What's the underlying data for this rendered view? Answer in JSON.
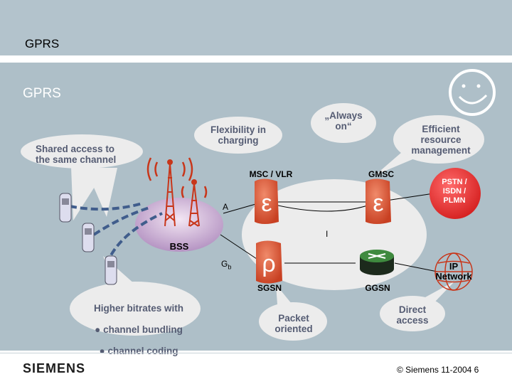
{
  "header": {
    "title": "GPRS"
  },
  "panel": {
    "title": "GPRS"
  },
  "callouts": {
    "shared_access": "Shared access to\nthe same channel",
    "flex_charging": "Flexibility in\ncharging",
    "always_on": "„Always\non“",
    "efficient": "Efficient\nresource\nmanagement",
    "higher_bitrates_title": "Higher bitrates with",
    "higher_bitrates_items": [
      "channel bundling",
      "channel coding"
    ],
    "packet_oriented": "Packet\noriented",
    "direct_access": "Direct\naccess"
  },
  "network": {
    "msc_vlr": "MSC / VLR",
    "gmsc": "GMSC",
    "pstn": "PSTN /\nISDN /\nPLMN",
    "ip_network": "IP\nNetwork",
    "bss": "BSS",
    "sgsn": "SGSN",
    "ggsn": "GGSN",
    "interface_a": "A",
    "interface_gb": "G",
    "interface_gb_sub": "b",
    "interface_i": "I"
  },
  "footer": {
    "logo": "SIEMENS",
    "copyright": "© Siemens 11-2004 6"
  },
  "colors": {
    "header_band": "#b3c3cc",
    "panel": "#aebfc8",
    "ellipse": "#ececec",
    "node_red": "#e0593a",
    "pstn_red": "#e02c2c",
    "callout_text": "#555c73",
    "link_blue": "#405d8c"
  },
  "icons": [
    "smiley-icon",
    "radio-tower-icon",
    "mobile-phone-icon",
    "switch-icon",
    "router-icon",
    "globe-icon"
  ]
}
